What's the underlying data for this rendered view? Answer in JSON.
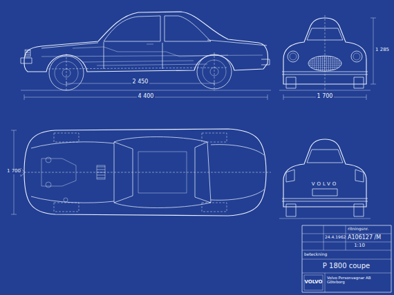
{
  "diagram": {
    "labels": [
      "P 1800 coupe",
      "VOLVO",
      "Volvo Personvagnar AB Göteborg",
      "beteckning",
      "ritningsnr.",
      "A106127 /M",
      "1:10",
      "24.4.1962",
      "VOLVO",
      "2 450",
      "4 400",
      "1 700",
      "1 285",
      "1 700"
    ]
  }
}
